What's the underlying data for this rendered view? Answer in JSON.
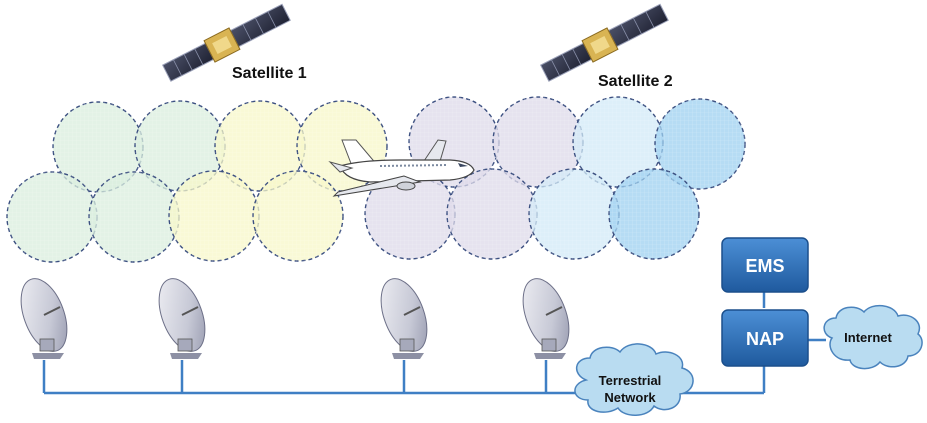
{
  "satellites": [
    {
      "label": "Satellite 1"
    },
    {
      "label": "Satellite 2"
    }
  ],
  "boxes": {
    "ems": "EMS",
    "nap": "NAP"
  },
  "clouds": {
    "internet": "Internet",
    "terrestrial_line1": "Terrestrial",
    "terrestrial_line2": "Network"
  },
  "colors": {
    "beam_green": "#d9eedd",
    "beam_yellow": "#f7f7c8",
    "beam_lavender": "#ddd9ea",
    "beam_lightblue": "#d2eaf7",
    "beam_blue": "#9ed0f0",
    "beam_outline": "#3b4f80",
    "box_fill": "#2e6db4",
    "line": "#3f7fc4",
    "cloud_fill": "#b9dcf1"
  }
}
